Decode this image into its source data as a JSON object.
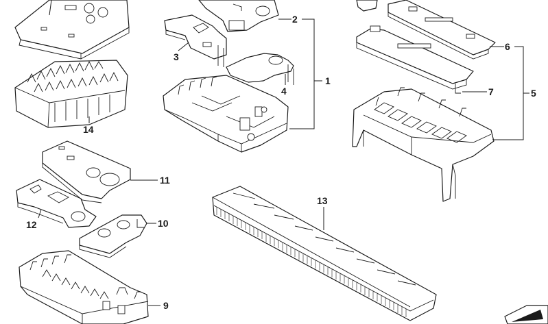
{
  "diagram": {
    "callouts": {
      "c1": "1",
      "c2": "2",
      "c3": "3",
      "c4": "4",
      "c5": "5",
      "c6": "6",
      "c7": "7",
      "c9": "9",
      "c10": "10",
      "c11": "11",
      "c12": "12",
      "c13": "13",
      "c14": "14"
    }
  },
  "colors": {
    "line": "#1a1a1a",
    "background": "#ffffff"
  }
}
